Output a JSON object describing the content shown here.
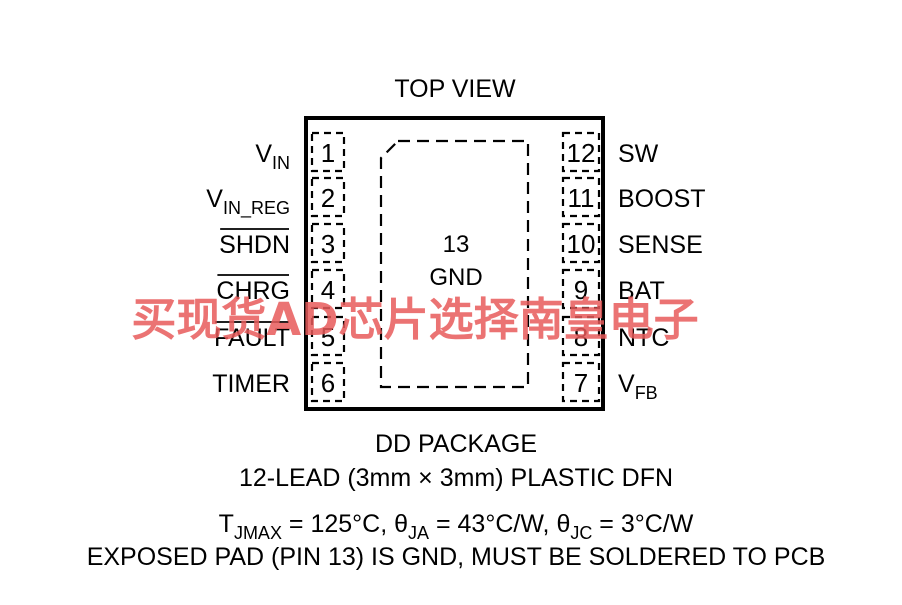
{
  "title": "TOP VIEW",
  "left_pins": [
    {
      "num": "1",
      "name": "V",
      "sub": "IN",
      "overbar": false
    },
    {
      "num": "2",
      "name": "V",
      "sub": "IN_REG",
      "overbar": false
    },
    {
      "num": "3",
      "name": "SHDN",
      "sub": "",
      "overbar": true
    },
    {
      "num": "4",
      "name": "CHRG",
      "sub": "",
      "overbar": true
    },
    {
      "num": "5",
      "name": "FAULT",
      "sub": "",
      "overbar": true
    },
    {
      "num": "6",
      "name": "TIMER",
      "sub": "",
      "overbar": false
    }
  ],
  "right_pins": [
    {
      "num": "12",
      "name": "SW",
      "sub": ""
    },
    {
      "num": "11",
      "name": "BOOST",
      "sub": ""
    },
    {
      "num": "10",
      "name": "SENSE",
      "sub": ""
    },
    {
      "num": "9",
      "name": "BAT",
      "sub": ""
    },
    {
      "num": "8",
      "name": "NTC",
      "sub": ""
    },
    {
      "num": "7",
      "name": "V",
      "sub": "FB"
    }
  ],
  "exposed_pad": {
    "num": "13",
    "name": "GND"
  },
  "package": {
    "line1": "DD PACKAGE",
    "line2": "12-LEAD (3mm × 3mm) PLASTIC DFN"
  },
  "thermal": {
    "tj_sym": "T",
    "tj_sub": "JMAX",
    "tj_val": " = 125°C, ",
    "ja_sym": "θ",
    "ja_sub": "JA",
    "ja_val": " = 43°C/W, ",
    "jc_sym": "θ",
    "jc_sub": "JC",
    "jc_val": " = 3°C/W"
  },
  "note": "EXPOSED PAD (PIN 13) IS GND, MUST BE SOLDERED TO PCB",
  "watermark": "买现货AD芯片选择南皇电子",
  "colors": {
    "ink": "#000000",
    "watermark": "#e85a5a"
  }
}
